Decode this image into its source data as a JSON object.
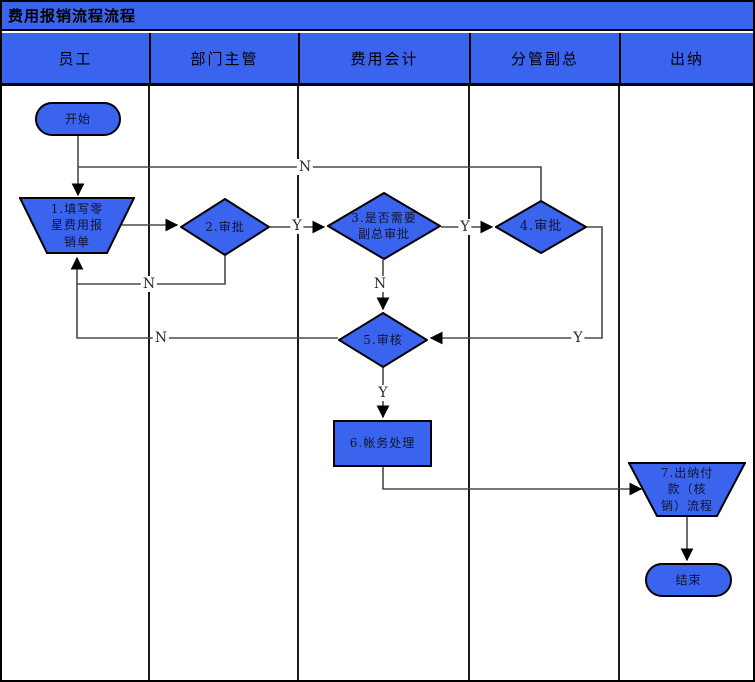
{
  "title": "费用报销流程流程",
  "lanes": [
    {
      "label": "员工"
    },
    {
      "label": "部门主管"
    },
    {
      "label": "费用会计"
    },
    {
      "label": "分管副总"
    },
    {
      "label": "出纳"
    }
  ],
  "nodes": {
    "start": {
      "label": "开始",
      "type": "terminator"
    },
    "step1": {
      "label": "1.填写零星费用报销单",
      "type": "manual-operation"
    },
    "step2": {
      "label": "2.审批",
      "type": "decision"
    },
    "step3": {
      "label": "3.是否需要副总审批",
      "type": "decision"
    },
    "step4": {
      "label": "4.审批",
      "type": "decision"
    },
    "step5": {
      "label": "5.审核",
      "type": "decision"
    },
    "step6": {
      "label": "6.帐务处理",
      "type": "process"
    },
    "step7": {
      "label": "7.出纳付款（核销）流程",
      "type": "manual-operation"
    },
    "end": {
      "label": "结束",
      "type": "terminator"
    }
  },
  "edge_labels": {
    "step2_yes": "Y",
    "step2_no": "N",
    "step3_yes": "Y",
    "step3_no": "N",
    "step4_yes": "Y",
    "step4_no": "N",
    "step5_yes": "Y",
    "step5_no": "N"
  },
  "colors": {
    "band_fill": "#3a63ee",
    "shape_fill": "#3a63ee",
    "connector": "#4a4a4a",
    "frame": "#000000",
    "node_text": "#121530"
  }
}
